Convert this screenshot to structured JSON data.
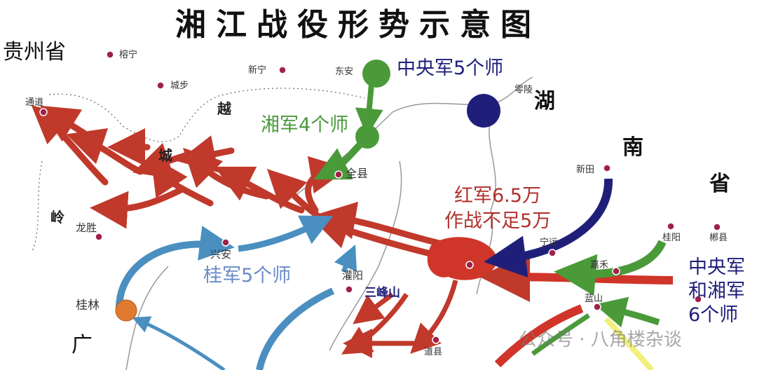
{
  "title": "湘江战役形势示意图",
  "provinces": {
    "guizhou": "贵州省",
    "hu": "湖",
    "nan": "南",
    "sheng": "省",
    "guang": "广"
  },
  "ridge": {
    "yue": "越",
    "cheng": "城",
    "ling": "岭"
  },
  "cities": {
    "rongning": "榕宁",
    "chengbu": "城步",
    "xinning": "新宁",
    "dongan": "东安",
    "lingling": "零陵",
    "quanxian": "全县",
    "xingan": "兴安",
    "guanyang": "灌阳",
    "guilin": "桂林",
    "xintian": "新田",
    "ningyuan": "宁远",
    "guiyang": "桂阳",
    "chenxian": "郴县",
    "jiahe": "嘉禾",
    "lanshan": "蓝山",
    "tongdao": "通道",
    "longsheng": "龙胜",
    "daoxian": "道县"
  },
  "armies": {
    "central5": "中央军5个师",
    "hunan4": "湘军4个师",
    "guangxi5": "桂军5个师",
    "red_line1": "红军6.5万",
    "red_line2": "作战不足5万",
    "joint_line1": "中央军",
    "joint_line2": "和湘军",
    "joint_line3": "6个师",
    "sanfengshan": "三峰山"
  },
  "watermark": "公众号 · 八角楼杂谈",
  "colors": {
    "red_army": "#d0352a",
    "central": "#1f1f7a",
    "hunan": "#4a9a3a",
    "guangxi": "#4a8fc0",
    "guilin": "#e07a30"
  }
}
